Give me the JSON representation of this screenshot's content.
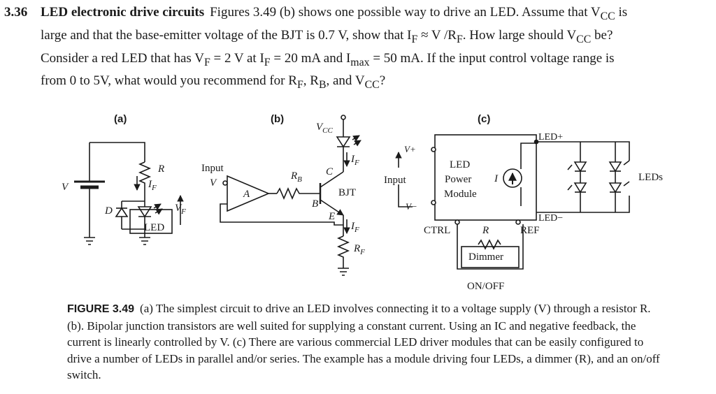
{
  "problem": {
    "number": "3.36",
    "title": "LED electronic drive circuits",
    "line1": "Figures 3.49 (b) shows one possible way to drive an LED. Assume that V",
    "line1_sub": "CC",
    "line1_end": " is",
    "line2a": "large and that the base-emitter voltage of the BJT is 0.7 V, show that I",
    "line2_sub1": "F",
    "line2b": " ≈ V /R",
    "line2_sub2": "F",
    "line2c": ". How large should V",
    "line2_sub3": "CC",
    "line2d": " be?",
    "line3a": "Consider a red LED that has V",
    "line3_sub1": "F",
    "line3b": " = 2 V at I",
    "line3_sub2": "F",
    "line3c": " = 20 mA and I",
    "line3_sub3": "max",
    "line3d": " = 50 mA. If the input control voltage range is",
    "line4a": "from 0 to 5V, what would you recommend for R",
    "line4_sub1": "F",
    "line4b": ", R",
    "line4_sub2": "B",
    "line4c": ", and V",
    "line4_sub3": "CC",
    "line4d": "?"
  },
  "figure": {
    "a": {
      "panel": "(a)",
      "V": "V",
      "R": "R",
      "IF_I": "I",
      "IF_sub": "F",
      "D": "D",
      "VF_V": "V",
      "VF_sub": "F",
      "LED": "LED"
    },
    "b": {
      "panel": "(b)",
      "VCC_V": "V",
      "VCC_sub": "CC",
      "input": "Input",
      "Vo": "V",
      "A": "A",
      "RB_R": "R",
      "RB_sub": "B",
      "C": "C",
      "B": "B",
      "E": "E",
      "BJT": "BJT",
      "IF_I": "I",
      "IF_sub": "F",
      "RF_R": "R",
      "RF_sub": "F"
    },
    "c": {
      "panel": "(c)",
      "vplus": "V+",
      "vminus": "V−",
      "input": "Input",
      "module1": "LED",
      "module2": "Power",
      "module3": "Module",
      "I": "I",
      "led_plus": "LED+",
      "led_minus": "LED−",
      "leds": "LEDs",
      "ctrl": "CTRL",
      "ref": "REF",
      "R": "R",
      "dimmer": "Dimmer",
      "onoff": "ON/OFF"
    }
  },
  "caption": {
    "label": "FIGURE 3.49",
    "text": "(a) The simplest circuit to drive an LED involves connecting it to a voltage supply (V) through a resistor R. (b). Bipolar junction transistors are well suited for supplying a constant current. Using an IC and negative feedback, the current is linearly controlled by V. (c) There are various commercial LED driver modules that can be easily configured to drive a number of LEDs in parallel and/or series. The example has a module driving four LEDs, a dimmer (R), and an on/off switch."
  }
}
